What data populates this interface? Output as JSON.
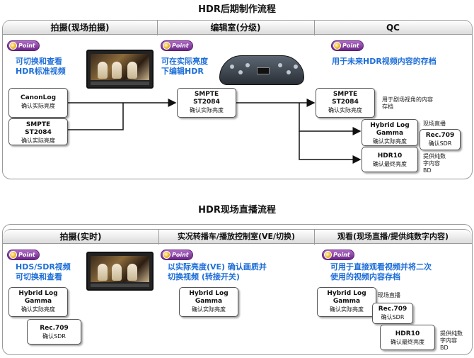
{
  "section1": {
    "title": "HDR后期制作流程",
    "headers": [
      "拍摄(现场拍摄)",
      "编辑室(分级)",
      "QC"
    ],
    "point_label": "Point",
    "notes": [
      "可切换和查看\nHDR标准视频",
      "可在实际亮度\n下编辑HDR",
      "用于未来HDR视频内容的存档"
    ],
    "boxes": {
      "canonlog": {
        "l1": "CanonLog",
        "l2": "确认实际亮度"
      },
      "smpte_left": {
        "l1": "SMPTE\nST2084",
        "l2": "确认实际亮度"
      },
      "smpte_mid": {
        "l1": "SMPTE\nST2084",
        "l2": "确认实际亮度"
      },
      "smpte_qc": {
        "l1": "SMPTE\nST2084",
        "l2": "确认实际亮度"
      },
      "hlg_qc": {
        "l1": "Hybrid Log\nGamma",
        "l2": "确认实际亮度"
      },
      "rec709_qc": {
        "l1": "Rec.709",
        "l2": "确认SDR"
      },
      "hdr10_qc": {
        "l1": "HDR10",
        "l2": "确认最终亮度"
      }
    },
    "side_notes": {
      "theater": "用于剧场视角的内容\n存档",
      "broadcast": "现场直播",
      "digital": "提供纯数\n字内容\nBD"
    }
  },
  "section2": {
    "title": "HDR现场直播流程",
    "headers": [
      "拍摄(实时)",
      "实况转播车/播放控制室(VE/切换)",
      "观看(现场直播/提供纯数字内容)"
    ],
    "point_label": "Point",
    "notes": [
      "HDS/SDR视频\n可切换和查看",
      "以实际亮度(VE) 确认画质并\n切换视频 (转接开关)",
      "可用于直接观看视频并将二次\n使用的视频内容存档"
    ],
    "boxes": {
      "hlg_left": {
        "l1": "Hybrid Log\nGamma",
        "l2": "确认实际亮度"
      },
      "rec709_left": {
        "l1": "Rec.709",
        "l2": "确认SDR"
      },
      "hlg_mid": {
        "l1": "Hybrid Log\nGamma",
        "l2": "确认实际亮度"
      },
      "hlg_right": {
        "l1": "Hybrid Log\nGamma",
        "l2": "确认实际亮度"
      },
      "rec709_right": {
        "l1": "Rec.709",
        "l2": "确认SDR"
      },
      "hdr10_right": {
        "l1": "HDR10",
        "l2": "确认最终亮度"
      }
    },
    "side_notes": {
      "broadcast": "现场直播",
      "digital": "提供纯数\n字内容\nBD"
    }
  }
}
